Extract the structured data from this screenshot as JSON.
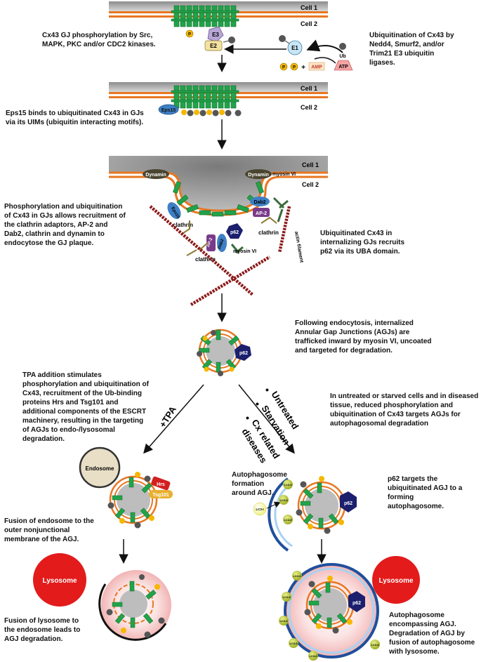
{
  "membrane_labels": {
    "cell1": "Cell 1",
    "cell2": "Cell 2"
  },
  "captions": {
    "phospho": "Cx43 GJ phosphorylation by Src,\nMAPK, PKC and/or CDC2 kinases.",
    "ubiq": "Ubiquitination of Cx43 by\nNedd4, Smurf2, and/or\nTrim21 E3 ubiquitin\nligases.",
    "eps15": "Eps15 binds to ubiquitinated Cx43 in GJs\nvia its UIMs (ubiquitin interacting motifs).",
    "recruit": "Phosphorylation and ubiquitination\nof Cx43 in GJs allows recruitment of\nthe clathrin adaptors, AP-2 and\nDab2, clathrin and dynamin to\nendocytose the GJ plaque.",
    "p62": "Ubiquitinated Cx43 in\ninternalizing GJs recruits\np62 via its UBA domain.",
    "agj": "Following endocytosis, internalized\nAnnular Gap Junctions (AGJs) are\ntrafficked inward by myosin VI, uncoated\nand targeted for degradation.",
    "tpa": "TPA addition stimulates\nphosphorylation and ubiquitination of\nCx43, recruitment of the Ub-binding\nproteins Hrs and Tsg101 and\nadditional components of the ESCRT\nmachinery, resulting in the targeting\nof AGJs to endo-/lysosomal\ndegradation.",
    "untreated": "In untreated or starved cells and in diseased\ntissue, reduced phosphorylation and\nubiquitination of Cx43 targets AGJs for\nautophagosomal degradation",
    "auto_form": "Autophagosome\nformation\naround AGJ.",
    "p62_target": "p62 targets the\nubiquitinated AGJ to a\nforming\nautophagosome.",
    "endo_fusion": "Fusion of endosome to the\nouter nonjunctional\nmembrane of the AGJ.",
    "lyso_fusion": "Fusion of lysosome to\nthe endosome leads to\nAGJ degradation.",
    "auto_encomp": "Autophagosome\nencompassing AGJ.\nDegradation of AGJ by\nfusion of autophagosome\nwith lysosome."
  },
  "pathway_labels": {
    "tpa": "+TPA",
    "untreated": "Untreated",
    "starvation": "Starvation",
    "cx": "Cx related",
    "diseases": "diseases",
    "bullet": "•"
  },
  "molecules": {
    "e1": "E1",
    "e2": "E2",
    "e3": "E3",
    "ub": "Ub",
    "amp": "AMP",
    "atp": "ATP",
    "p": "P",
    "plus": "+",
    "eps15": "Eps15",
    "dynamin": "Dynamin",
    "myosin": "myosin VI",
    "dab2": "Dab2",
    "ap2": "AP-2",
    "clathrin": "clathrin",
    "p62": "p62",
    "actin": "actin filament",
    "endosome": "Endosome",
    "hrs": "Hrs",
    "tsg101": "Tsg101",
    "lysosome": "Lysosome",
    "lc3i": "LC3-I",
    "lc3ii": "LC3-II"
  },
  "colors": {
    "membrane_orange": "#e87722",
    "connexon_green": "#22a34a",
    "ubiquitin_gray": "#555555",
    "phospho_yellow": "#f5b800",
    "lysosome_red": "#e31b1b",
    "autophagosome_blue": "#1f4f9c",
    "p62_navy": "#1b1f6e",
    "actin_maroon": "#8b1a1a",
    "lc3_olive": "#a9b827",
    "endosome_fill": "#e9dfc7"
  }
}
